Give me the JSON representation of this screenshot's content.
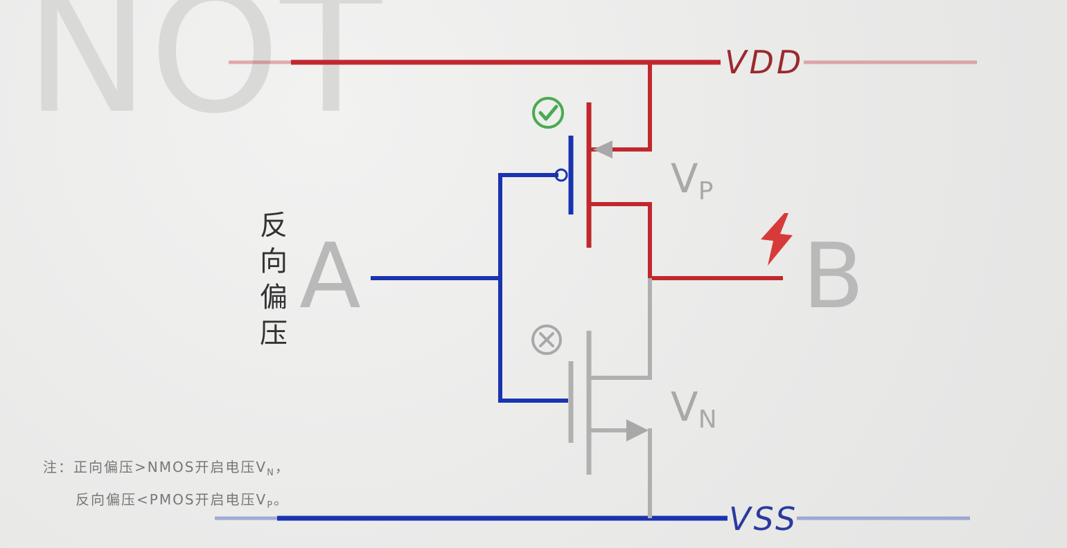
{
  "title": "NOT",
  "rails": {
    "vdd_label": "VDD",
    "vss_label": "VSS"
  },
  "input_label": "A",
  "output_label": "B",
  "vertical_note": [
    "反",
    "向",
    "偏",
    "压"
  ],
  "pmos": {
    "label": "V",
    "sub": "P",
    "status_icon": "check-circle-icon",
    "state": "on"
  },
  "nmos": {
    "label": "V",
    "sub": "N",
    "status_icon": "x-circle-icon",
    "state": "off"
  },
  "output_indicator_icon": "lightning-bolt-icon",
  "note": {
    "line1_prefix": "注：正向偏压>NMOS开启电压V",
    "line1_sub": "N",
    "line1_suffix": "，",
    "line2_prefix": "反向偏压<PMOS开启电压V",
    "line2_sub": "P",
    "line2_suffix": "。"
  },
  "colors": {
    "vdd": "#c0282d",
    "vss": "#1a33b0",
    "input": "#1a33b0",
    "active": "#c0282d",
    "inactive": "#b0b0b0",
    "check": "#4aaa52"
  }
}
